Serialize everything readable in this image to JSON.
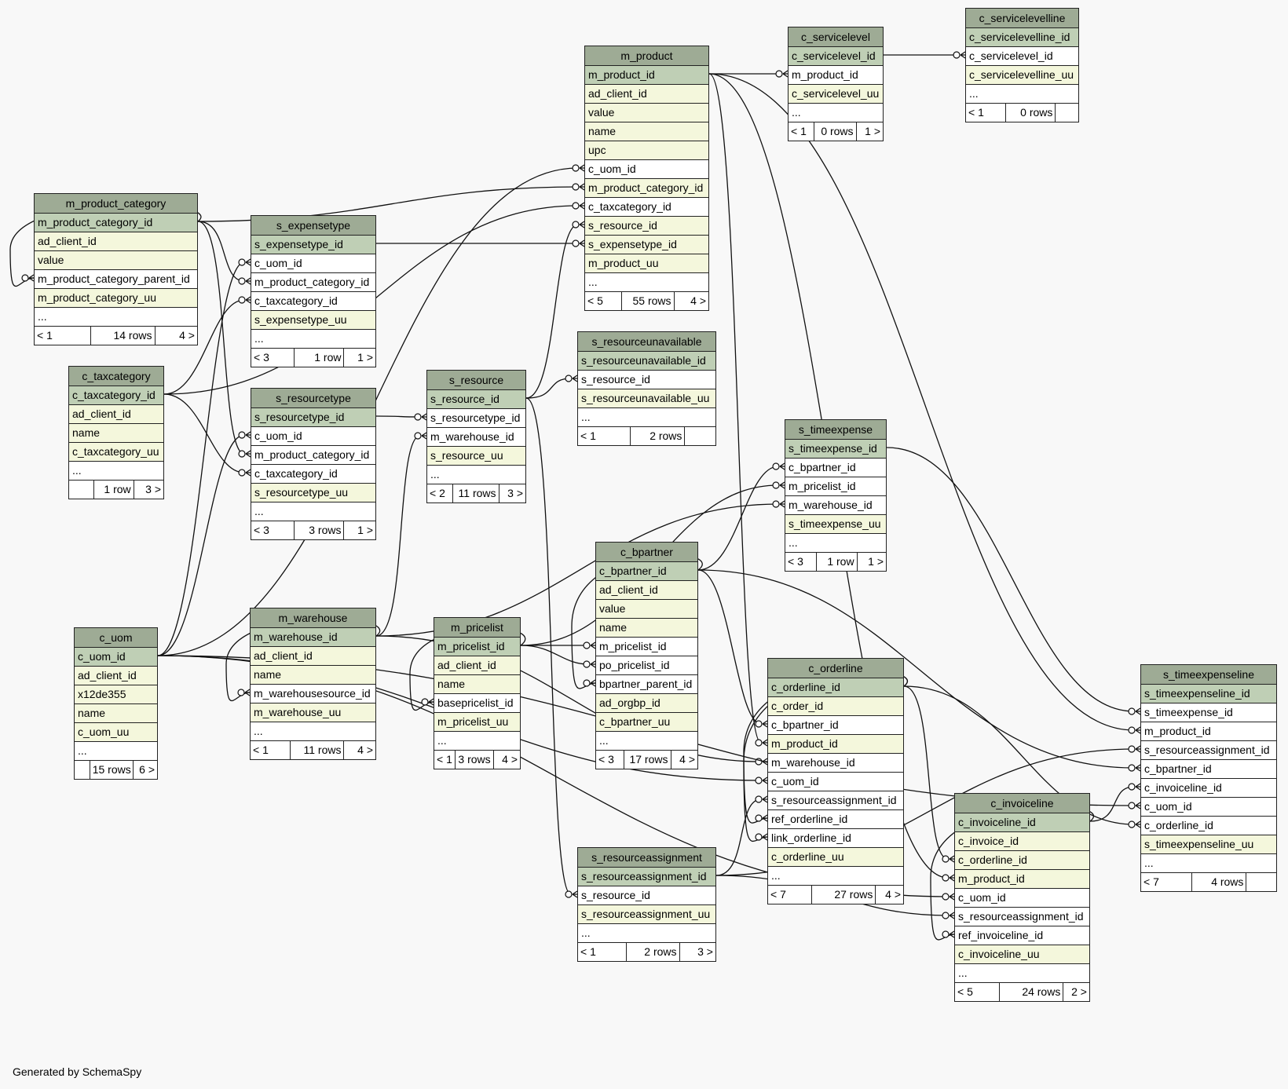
{
  "footer": "Generated by SchemaSpy",
  "colors": {
    "title_bg": "#9eab95",
    "pk_bg": "#bfcfb5",
    "col_bg": "#f4f7dc",
    "fk_bg": "#ffffff",
    "background": "#f8f8f8"
  },
  "tables": [
    {
      "id": "m_product",
      "name": "m_product",
      "rows": [
        {
          "t": "pk",
          "n": "m_product_id"
        },
        {
          "t": "col",
          "n": "ad_client_id"
        },
        {
          "t": "col",
          "n": "value"
        },
        {
          "t": "col",
          "n": "name"
        },
        {
          "t": "col",
          "n": "upc"
        },
        {
          "t": "fk",
          "n": "c_uom_id"
        },
        {
          "t": "col",
          "n": "m_product_category_id"
        },
        {
          "t": "fk",
          "n": "c_taxcategory_id"
        },
        {
          "t": "col",
          "n": "s_resource_id"
        },
        {
          "t": "col",
          "n": "s_expensetype_id"
        },
        {
          "t": "col",
          "n": "m_product_uu"
        },
        {
          "t": "more",
          "n": "..."
        }
      ],
      "footer": [
        "< 5",
        "55 rows",
        "4 >"
      ]
    },
    {
      "id": "c_servicelevel",
      "name": "c_servicelevel",
      "rows": [
        {
          "t": "pk",
          "n": "c_servicelevel_id"
        },
        {
          "t": "fk",
          "n": "m_product_id"
        },
        {
          "t": "col",
          "n": "c_servicelevel_uu"
        },
        {
          "t": "more",
          "n": "..."
        }
      ],
      "footer": [
        "< 1",
        "0 rows",
        "1 >"
      ]
    },
    {
      "id": "c_servicelevelline",
      "name": "c_servicelevelline",
      "rows": [
        {
          "t": "pk",
          "n": "c_servicelevelline_id"
        },
        {
          "t": "fk",
          "n": "c_servicelevel_id"
        },
        {
          "t": "col",
          "n": "c_servicelevelline_uu"
        },
        {
          "t": "more",
          "n": "..."
        }
      ],
      "footer": [
        "< 1",
        "0 rows",
        ""
      ]
    },
    {
      "id": "m_product_category",
      "name": "m_product_category",
      "rows": [
        {
          "t": "pk",
          "n": "m_product_category_id"
        },
        {
          "t": "col",
          "n": "ad_client_id"
        },
        {
          "t": "col",
          "n": "value"
        },
        {
          "t": "fk",
          "n": "m_product_category_parent_id"
        },
        {
          "t": "col",
          "n": "m_product_category_uu"
        },
        {
          "t": "more",
          "n": "..."
        }
      ],
      "footer": [
        "< 1",
        "14 rows",
        "4 >"
      ]
    },
    {
      "id": "s_expensetype",
      "name": "s_expensetype",
      "rows": [
        {
          "t": "pk",
          "n": "s_expensetype_id"
        },
        {
          "t": "fk",
          "n": "c_uom_id"
        },
        {
          "t": "fk",
          "n": "m_product_category_id"
        },
        {
          "t": "fk",
          "n": "c_taxcategory_id"
        },
        {
          "t": "col",
          "n": "s_expensetype_uu"
        },
        {
          "t": "more",
          "n": "..."
        }
      ],
      "footer": [
        "< 3",
        "1 row",
        "1 >"
      ]
    },
    {
      "id": "c_taxcategory",
      "name": "c_taxcategory",
      "rows": [
        {
          "t": "pk",
          "n": "c_taxcategory_id"
        },
        {
          "t": "col",
          "n": "ad_client_id"
        },
        {
          "t": "col",
          "n": "name"
        },
        {
          "t": "col",
          "n": "c_taxcategory_uu"
        },
        {
          "t": "more",
          "n": "..."
        }
      ],
      "footer": [
        "",
        "1 row",
        "3 >"
      ]
    },
    {
      "id": "s_resourcetype",
      "name": "s_resourcetype",
      "rows": [
        {
          "t": "pk",
          "n": "s_resourcetype_id"
        },
        {
          "t": "fk",
          "n": "c_uom_id"
        },
        {
          "t": "fk",
          "n": "m_product_category_id"
        },
        {
          "t": "fk",
          "n": "c_taxcategory_id"
        },
        {
          "t": "col",
          "n": "s_resourcetype_uu"
        },
        {
          "t": "more",
          "n": "..."
        }
      ],
      "footer": [
        "< 3",
        "3 rows",
        "1 >"
      ]
    },
    {
      "id": "s_resource",
      "name": "s_resource",
      "rows": [
        {
          "t": "pk",
          "n": "s_resource_id"
        },
        {
          "t": "fk",
          "n": "s_resourcetype_id"
        },
        {
          "t": "fk",
          "n": "m_warehouse_id"
        },
        {
          "t": "col",
          "n": "s_resource_uu"
        },
        {
          "t": "more",
          "n": "..."
        }
      ],
      "footer": [
        "< 2",
        "11 rows",
        "3 >"
      ]
    },
    {
      "id": "s_resourceunavailable",
      "name": "s_resourceunavailable",
      "rows": [
        {
          "t": "pk",
          "n": "s_resourceunavailable_id"
        },
        {
          "t": "fk",
          "n": "s_resource_id"
        },
        {
          "t": "col",
          "n": "s_resourceunavailable_uu"
        },
        {
          "t": "more",
          "n": "..."
        }
      ],
      "footer": [
        "< 1",
        "2 rows",
        ""
      ]
    },
    {
      "id": "s_timeexpense",
      "name": "s_timeexpense",
      "rows": [
        {
          "t": "pk",
          "n": "s_timeexpense_id"
        },
        {
          "t": "fk",
          "n": "c_bpartner_id"
        },
        {
          "t": "fk",
          "n": "m_pricelist_id"
        },
        {
          "t": "fk",
          "n": "m_warehouse_id"
        },
        {
          "t": "col",
          "n": "s_timeexpense_uu"
        },
        {
          "t": "more",
          "n": "..."
        }
      ],
      "footer": [
        "< 3",
        "1 row",
        "1 >"
      ]
    },
    {
      "id": "c_bpartner",
      "name": "c_bpartner",
      "rows": [
        {
          "t": "pk",
          "n": "c_bpartner_id"
        },
        {
          "t": "col",
          "n": "ad_client_id"
        },
        {
          "t": "col",
          "n": "value"
        },
        {
          "t": "col",
          "n": "name"
        },
        {
          "t": "fk",
          "n": "m_pricelist_id"
        },
        {
          "t": "fk",
          "n": "po_pricelist_id"
        },
        {
          "t": "fk",
          "n": "bpartner_parent_id"
        },
        {
          "t": "col",
          "n": "ad_orgbp_id"
        },
        {
          "t": "col",
          "n": "c_bpartner_uu"
        },
        {
          "t": "more",
          "n": "..."
        }
      ],
      "footer": [
        "< 3",
        "17 rows",
        "4 >"
      ]
    },
    {
      "id": "c_uom",
      "name": "c_uom",
      "rows": [
        {
          "t": "pk",
          "n": "c_uom_id"
        },
        {
          "t": "col",
          "n": "ad_client_id"
        },
        {
          "t": "col",
          "n": "x12de355"
        },
        {
          "t": "col",
          "n": "name"
        },
        {
          "t": "col",
          "n": "c_uom_uu"
        },
        {
          "t": "more",
          "n": "..."
        }
      ],
      "footer": [
        "",
        "15 rows",
        "6 >"
      ]
    },
    {
      "id": "m_warehouse",
      "name": "m_warehouse",
      "rows": [
        {
          "t": "pk",
          "n": "m_warehouse_id"
        },
        {
          "t": "col",
          "n": "ad_client_id"
        },
        {
          "t": "col",
          "n": "name"
        },
        {
          "t": "fk",
          "n": "m_warehousesource_id"
        },
        {
          "t": "col",
          "n": "m_warehouse_uu"
        },
        {
          "t": "more",
          "n": "..."
        }
      ],
      "footer": [
        "< 1",
        "11 rows",
        "4 >"
      ]
    },
    {
      "id": "m_pricelist",
      "name": "m_pricelist",
      "rows": [
        {
          "t": "pk",
          "n": "m_pricelist_id"
        },
        {
          "t": "col",
          "n": "ad_client_id"
        },
        {
          "t": "col",
          "n": "name"
        },
        {
          "t": "fk",
          "n": "basepricelist_id"
        },
        {
          "t": "col",
          "n": "m_pricelist_uu"
        },
        {
          "t": "more",
          "n": "..."
        }
      ],
      "footer": [
        "< 1",
        "3 rows",
        "4 >"
      ]
    },
    {
      "id": "c_orderline",
      "name": "c_orderline",
      "rows": [
        {
          "t": "pk",
          "n": "c_orderline_id"
        },
        {
          "t": "col",
          "n": "c_order_id"
        },
        {
          "t": "fk",
          "n": "c_bpartner_id"
        },
        {
          "t": "col",
          "n": "m_product_id"
        },
        {
          "t": "fk",
          "n": "m_warehouse_id"
        },
        {
          "t": "fk",
          "n": "c_uom_id"
        },
        {
          "t": "fk",
          "n": "s_resourceassignment_id"
        },
        {
          "t": "fk",
          "n": "ref_orderline_id"
        },
        {
          "t": "fk",
          "n": "link_orderline_id"
        },
        {
          "t": "col",
          "n": "c_orderline_uu"
        },
        {
          "t": "more",
          "n": "..."
        }
      ],
      "footer": [
        "< 7",
        "27 rows",
        "4 >"
      ]
    },
    {
      "id": "s_resourceassignment",
      "name": "s_resourceassignment",
      "rows": [
        {
          "t": "pk",
          "n": "s_resourceassignment_id"
        },
        {
          "t": "fk",
          "n": "s_resource_id"
        },
        {
          "t": "col",
          "n": "s_resourceassignment_uu"
        },
        {
          "t": "more",
          "n": "..."
        }
      ],
      "footer": [
        "< 1",
        "2 rows",
        "3 >"
      ]
    },
    {
      "id": "c_invoiceline",
      "name": "c_invoiceline",
      "rows": [
        {
          "t": "pk",
          "n": "c_invoiceline_id"
        },
        {
          "t": "col",
          "n": "c_invoice_id"
        },
        {
          "t": "col",
          "n": "c_orderline_id"
        },
        {
          "t": "col",
          "n": "m_product_id"
        },
        {
          "t": "fk",
          "n": "c_uom_id"
        },
        {
          "t": "fk",
          "n": "s_resourceassignment_id"
        },
        {
          "t": "fk",
          "n": "ref_invoiceline_id"
        },
        {
          "t": "col",
          "n": "c_invoiceline_uu"
        },
        {
          "t": "more",
          "n": "..."
        }
      ],
      "footer": [
        "< 5",
        "24 rows",
        "2 >"
      ]
    },
    {
      "id": "s_timeexpenseline",
      "name": "s_timeexpenseline",
      "rows": [
        {
          "t": "pk",
          "n": "s_timeexpenseline_id"
        },
        {
          "t": "fk",
          "n": "s_timeexpense_id"
        },
        {
          "t": "fk",
          "n": "m_product_id"
        },
        {
          "t": "fk",
          "n": "s_resourceassignment_id"
        },
        {
          "t": "fk",
          "n": "c_bpartner_id"
        },
        {
          "t": "fk",
          "n": "c_invoiceline_id"
        },
        {
          "t": "fk",
          "n": "c_uom_id"
        },
        {
          "t": "fk",
          "n": "c_orderline_id"
        },
        {
          "t": "col",
          "n": "s_timeexpenseline_uu"
        },
        {
          "t": "more",
          "n": "..."
        }
      ],
      "footer": [
        "< 7",
        "4 rows",
        ""
      ]
    }
  ],
  "relationships": [
    {
      "from": "m_product",
      "fromCol": 0,
      "to": "c_servicelevel",
      "toCol": 1
    },
    {
      "from": "c_servicelevel",
      "fromCol": 0,
      "to": "c_servicelevelline",
      "toCol": 1
    },
    {
      "from": "m_product_category",
      "fromCol": 0,
      "to": "m_product_category",
      "toCol": 3
    },
    {
      "from": "m_product_category",
      "fromCol": 0,
      "to": "m_product",
      "toCol": 6
    },
    {
      "from": "m_product_category",
      "fromCol": 0,
      "to": "s_expensetype",
      "toCol": 2
    },
    {
      "from": "m_product_category",
      "fromCol": 0,
      "to": "s_resourcetype",
      "toCol": 2
    },
    {
      "from": "c_taxcategory",
      "fromCol": 0,
      "to": "m_product",
      "toCol": 7
    },
    {
      "from": "c_taxcategory",
      "fromCol": 0,
      "to": "s_expensetype",
      "toCol": 3
    },
    {
      "from": "c_taxcategory",
      "fromCol": 0,
      "to": "s_resourcetype",
      "toCol": 3
    },
    {
      "from": "s_expensetype",
      "fromCol": 0,
      "to": "m_product",
      "toCol": 9
    },
    {
      "from": "s_resource",
      "fromCol": 0,
      "to": "m_product",
      "toCol": 8
    },
    {
      "from": "s_resource",
      "fromCol": 0,
      "to": "s_resourceunavailable",
      "toCol": 1
    },
    {
      "from": "s_resource",
      "fromCol": 0,
      "to": "s_resourceassignment",
      "toCol": 1
    },
    {
      "from": "s_resourcetype",
      "fromCol": 0,
      "to": "s_resource",
      "toCol": 1
    },
    {
      "from": "m_warehouse",
      "fromCol": 0,
      "to": "s_resource",
      "toCol": 2
    },
    {
      "from": "m_warehouse",
      "fromCol": 0,
      "to": "m_warehouse",
      "toCol": 3
    },
    {
      "from": "m_warehouse",
      "fromCol": 0,
      "to": "s_timeexpense",
      "toCol": 3
    },
    {
      "from": "m_warehouse",
      "fromCol": 0,
      "to": "c_orderline",
      "toCol": 4
    },
    {
      "from": "c_uom",
      "fromCol": 0,
      "to": "m_product",
      "toCol": 5
    },
    {
      "from": "c_uom",
      "fromCol": 0,
      "to": "s_expensetype",
      "toCol": 1
    },
    {
      "from": "c_uom",
      "fromCol": 0,
      "to": "s_resourcetype",
      "toCol": 1
    },
    {
      "from": "c_uom",
      "fromCol": 0,
      "to": "c_orderline",
      "toCol": 5
    },
    {
      "from": "c_uom",
      "fromCol": 0,
      "to": "c_invoiceline",
      "toCol": 4
    },
    {
      "from": "c_uom",
      "fromCol": 0,
      "to": "s_timeexpenseline",
      "toCol": 6
    },
    {
      "from": "m_pricelist",
      "fromCol": 0,
      "to": "m_pricelist",
      "toCol": 3
    },
    {
      "from": "m_pricelist",
      "fromCol": 0,
      "to": "c_bpartner",
      "toCol": 4
    },
    {
      "from": "m_pricelist",
      "fromCol": 0,
      "to": "c_bpartner",
      "toCol": 5
    },
    {
      "from": "m_pricelist",
      "fromCol": 0,
      "to": "s_timeexpense",
      "toCol": 2
    },
    {
      "from": "c_bpartner",
      "fromCol": 0,
      "to": "c_bpartner",
      "toCol": 6
    },
    {
      "from": "c_bpartner",
      "fromCol": 0,
      "to": "s_timeexpense",
      "toCol": 1
    },
    {
      "from": "c_bpartner",
      "fromCol": 0,
      "to": "c_orderline",
      "toCol": 2
    },
    {
      "from": "c_bpartner",
      "fromCol": 0,
      "to": "s_timeexpenseline",
      "toCol": 4
    },
    {
      "from": "m_product",
      "fromCol": 0,
      "to": "c_orderline",
      "toCol": 3
    },
    {
      "from": "m_product",
      "fromCol": 0,
      "to": "c_invoiceline",
      "toCol": 3
    },
    {
      "from": "m_product",
      "fromCol": 0,
      "to": "s_timeexpenseline",
      "toCol": 2
    },
    {
      "from": "s_timeexpense",
      "fromCol": 0,
      "to": "s_timeexpenseline",
      "toCol": 1
    },
    {
      "from": "c_orderline",
      "fromCol": 0,
      "to": "c_orderline",
      "toCol": 7
    },
    {
      "from": "c_orderline",
      "fromCol": 0,
      "to": "c_orderline",
      "toCol": 8
    },
    {
      "from": "c_orderline",
      "fromCol": 0,
      "to": "c_invoiceline",
      "toCol": 2
    },
    {
      "from": "c_orderline",
      "fromCol": 0,
      "to": "s_timeexpenseline",
      "toCol": 7
    },
    {
      "from": "s_resourceassignment",
      "fromCol": 0,
      "to": "c_orderline",
      "toCol": 6
    },
    {
      "from": "s_resourceassignment",
      "fromCol": 0,
      "to": "c_invoiceline",
      "toCol": 5
    },
    {
      "from": "s_resourceassignment",
      "fromCol": 0,
      "to": "s_timeexpenseline",
      "toCol": 3
    },
    {
      "from": "c_invoiceline",
      "fromCol": 0,
      "to": "c_invoiceline",
      "toCol": 6
    },
    {
      "from": "c_invoiceline",
      "fromCol": 0,
      "to": "s_timeexpenseline",
      "toCol": 5
    }
  ]
}
